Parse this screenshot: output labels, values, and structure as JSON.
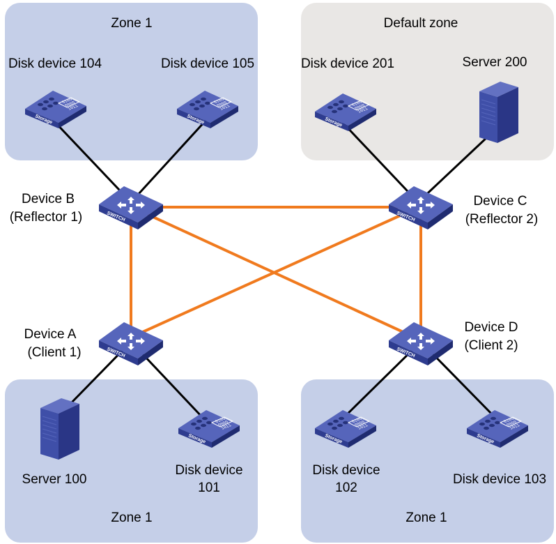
{
  "zones": {
    "top_left": "Zone 1",
    "top_right": "Default zone",
    "bottom_left": "Zone 1",
    "bottom_right": "Zone 1"
  },
  "devices": {
    "b": {
      "line1": "Device B",
      "line2": "(Reflector 1)"
    },
    "c": {
      "line1": "Device C",
      "line2": "(Reflector 2)"
    },
    "a": {
      "line1": "Device A",
      "line2": "(Client 1)"
    },
    "d": {
      "line1": "Device D",
      "line2": "(Client 2)"
    }
  },
  "endpoints": {
    "disk104": "Disk device 104",
    "disk105": "Disk device 105",
    "disk201": "Disk device 201",
    "server200": "Server 200",
    "server100": "Server 100",
    "disk101": {
      "line1": "Disk device",
      "line2": "101"
    },
    "disk102": {
      "line1": "Disk device",
      "line2": "102"
    },
    "disk103": "Disk device 103"
  },
  "icon_text": {
    "switch": "SWITCH",
    "storage": "Storage",
    "bits": [
      "0100",
      "0000",
      "1011"
    ]
  },
  "colors": {
    "zone_blue": "#c5cfe8",
    "zone_gray": "#e9e7e5",
    "link_orange": "#f07a1e",
    "link_black": "#000000",
    "device_blue": "#3f4fa8"
  },
  "links": {
    "orange": [
      [
        "b",
        "c"
      ],
      [
        "b",
        "a"
      ],
      [
        "b",
        "d"
      ],
      [
        "c",
        "a"
      ],
      [
        "c",
        "d"
      ]
    ],
    "black": [
      [
        "disk104",
        "b"
      ],
      [
        "disk105",
        "b"
      ],
      [
        "disk201",
        "c"
      ],
      [
        "server200",
        "c"
      ],
      [
        "a",
        "server100"
      ],
      [
        "a",
        "disk101"
      ],
      [
        "d",
        "disk102"
      ],
      [
        "d",
        "disk103"
      ]
    ]
  }
}
